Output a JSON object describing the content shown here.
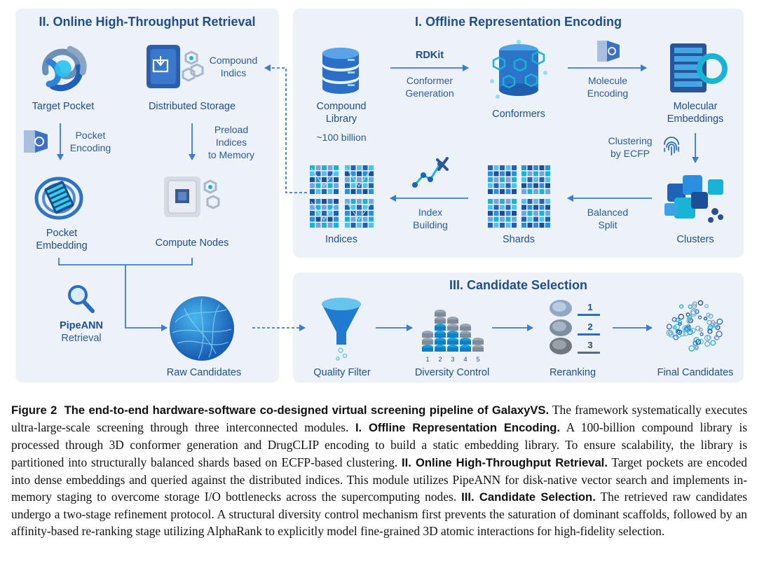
{
  "panels": {
    "online": "II. Online High-Throughput Retrieval",
    "offline": "I. Offline Representation Encoding",
    "selection": "III. Candidate Selection"
  },
  "online": {
    "target_pocket": "Target Pocket",
    "distributed_storage": "Distributed Storage",
    "compound_indics_1": "Compound",
    "compound_indics_2": "Indics",
    "pocket_encoding_1": "Pocket",
    "pocket_encoding_2": "Encoding",
    "preload_1": "Preload",
    "preload_2": "Indices",
    "preload_3": "to Memory",
    "pocket_embedding_1": "Pocket",
    "pocket_embedding_2": "Embedding",
    "compute_nodes": "Compute Nodes",
    "pipeann": "PipeANN",
    "retrieval": "Retrieval",
    "raw_candidates": "Raw Candidates"
  },
  "offline": {
    "compound_library_1": "Compound",
    "compound_library_2": "Library",
    "library_size": "~100 billion",
    "rdkit": "RDKit",
    "conformer_gen_1": "Conformer",
    "conformer_gen_2": "Generation",
    "conformers": "Conformers",
    "molecule_enc_1": "Molecule",
    "molecule_enc_2": "Encoding",
    "mol_emb_1": "Molecular",
    "mol_emb_2": "Embeddings",
    "clustering_1": "Clustering",
    "clustering_2": "by ECFP",
    "clusters": "Clusters",
    "balanced_1": "Balanced",
    "balanced_2": "Split",
    "shards": "Shards",
    "index_building_1": "Index",
    "index_building_2": "Building",
    "indices": "Indices"
  },
  "selection": {
    "quality_filter": "Quality Filter",
    "diversity_control": "Diversity Control",
    "reranking": "Reranking",
    "final_candidates": "Final Candidates",
    "rank_1": "1",
    "rank_2": "2",
    "rank_3": "3",
    "bar_ticks": [
      "1",
      "2",
      "3",
      "4",
      "5"
    ]
  },
  "caption": {
    "fig_label": "Figure 2",
    "fig_title": "The end-to-end hardware-software co-designed virtual screening pipeline of GalaxyVS.",
    "t1": " The framework systematically executes ultra-large-scale screening through three interconnected modules. ",
    "h1": "I. Offline Representation Encoding.",
    "t2": " A 100-billion compound library is processed through 3D conformer generation and DrugCLIP encoding to build a static embedding library. To ensure scalability, the library is partitioned into structurally balanced shards based on ECFP-based clustering. ",
    "h2": "II. Online High-Throughput Retrieval.",
    "t3": " Target pockets are encoded into dense embeddings and queried against the distributed indices. This module utilizes PipeANN for disk-native vector search and implements in-memory staging to overcome storage I/O bottlenecks across the supercomputing nodes. ",
    "h3": "III. Candidate Selection.",
    "t4": " The retrieved raw candidates undergo a two-stage refinement protocol. A structural diversity control mechanism first prevents the saturation of dominant scaffolds, followed by an affinity-based re-ranking stage utilizing AlphaRank to explicitly model fine-grained 3D atomic interactions for high-fidelity selection."
  },
  "colors": {
    "arrow": "#3a7bd5",
    "title": "#1f4e8a",
    "panel": "#edf1f8",
    "accent": "#17b4d6"
  }
}
